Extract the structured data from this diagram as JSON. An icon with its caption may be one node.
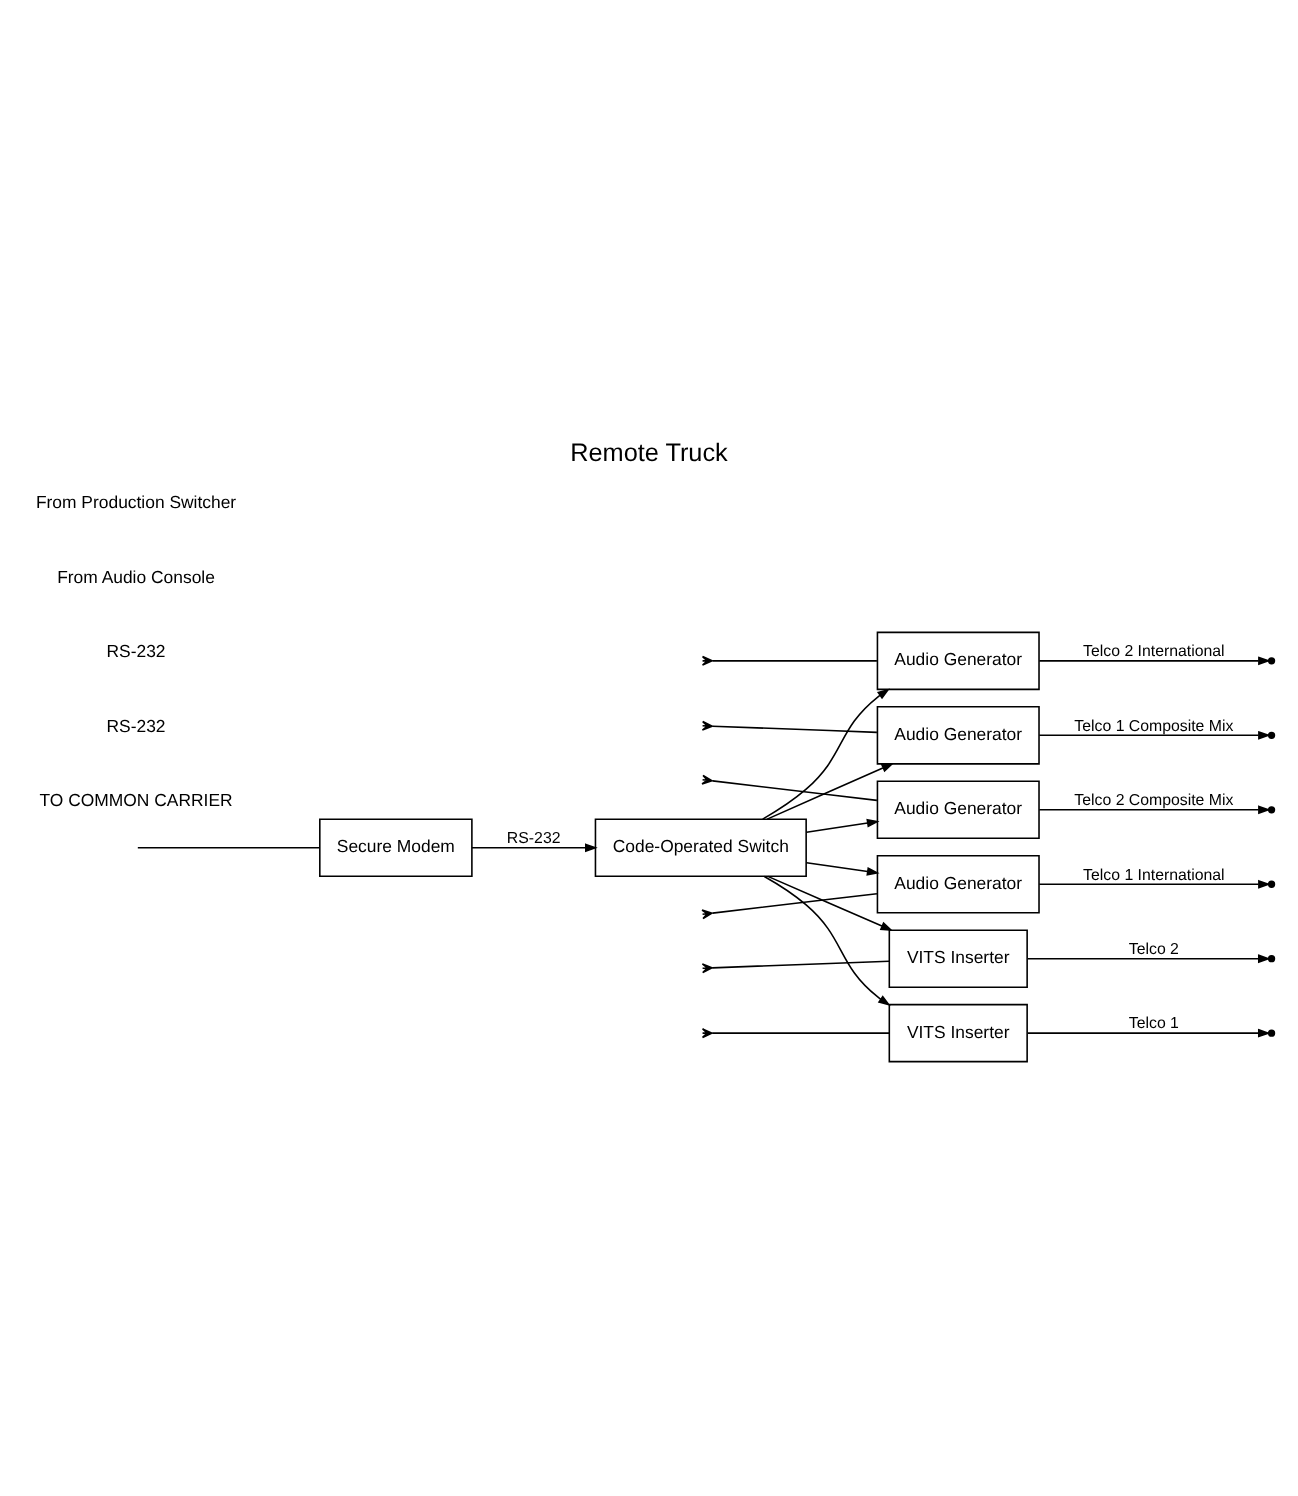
{
  "diagram": {
    "title": "Remote Truck",
    "nodes": [
      {
        "text": [
          "Secure Modem"
        ]
      },
      {
        "text": [
          "Code-Operated Switch"
        ]
      },
      {
        "text": [
          "Audio Generator"
        ]
      },
      {
        "text": [
          "Audio Generator"
        ]
      },
      {
        "text": [
          "Audio Generator"
        ]
      },
      {
        "text": [
          "Audio Generator"
        ]
      },
      {
        "text": [
          "VITS Inserter"
        ]
      },
      {
        "text": [
          "VITS Inserter"
        ]
      }
    ],
    "edges": [
      {
        "from": null,
        "to": 0,
        "arrow": "none"
      },
      {
        "from": 0,
        "to": 1,
        "arrow": "to",
        "label": "RS-232"
      },
      {
        "from": 1,
        "to": 2,
        "arrow": "to"
      },
      {
        "from": 1,
        "to": 3,
        "arrow": "to"
      },
      {
        "from": 1,
        "to": 4,
        "arrow": "to"
      },
      {
        "from": 1,
        "to": 5,
        "arrow": "to"
      },
      {
        "from": 1,
        "to": 6,
        "arrow": "to"
      },
      {
        "from": 1,
        "to": 7,
        "arrow": "to"
      },
      {
        "from": 7,
        "to": null,
        "arrow": "to",
        "label": "Telco 1"
      },
      {
        "from": 6,
        "to": null,
        "arrow": "to",
        "label": "Telco 2"
      },
      {
        "from": 5,
        "to": null,
        "arrow": "to",
        "label": "Telco 1 International"
      },
      {
        "from": 4,
        "to": null,
        "arrow": "to",
        "label": "Telco 2 International"
      },
      {
        "from": 3,
        "to": null,
        "arrow": "to",
        "label": "Telco 1 Composite Mix"
      },
      {
        "from": 2,
        "to": null,
        "arrow": "to",
        "label": "Telco 2 Composite Mix"
      },
      {
        "from": null,
        "to": 2,
        "arrow": "other"
      },
      {
        "from": null,
        "to": 3,
        "arrow": "other"
      },
      {
        "from": null,
        "to": 4,
        "arrow": "other"
      },
      {
        "from": null,
        "to": 5,
        "arrow": "other"
      },
      {
        "from": null,
        "to": 6,
        "arrow": "other"
      },
      {
        "from": null,
        "to": 7,
        "arrow": "other"
      }
    ],
    "labels": [
      "TO COMMON CARRIER",
      "RS-232",
      "RS-232",
      "From Audio Console",
      "From Production Switcher"
    ]
  }
}
